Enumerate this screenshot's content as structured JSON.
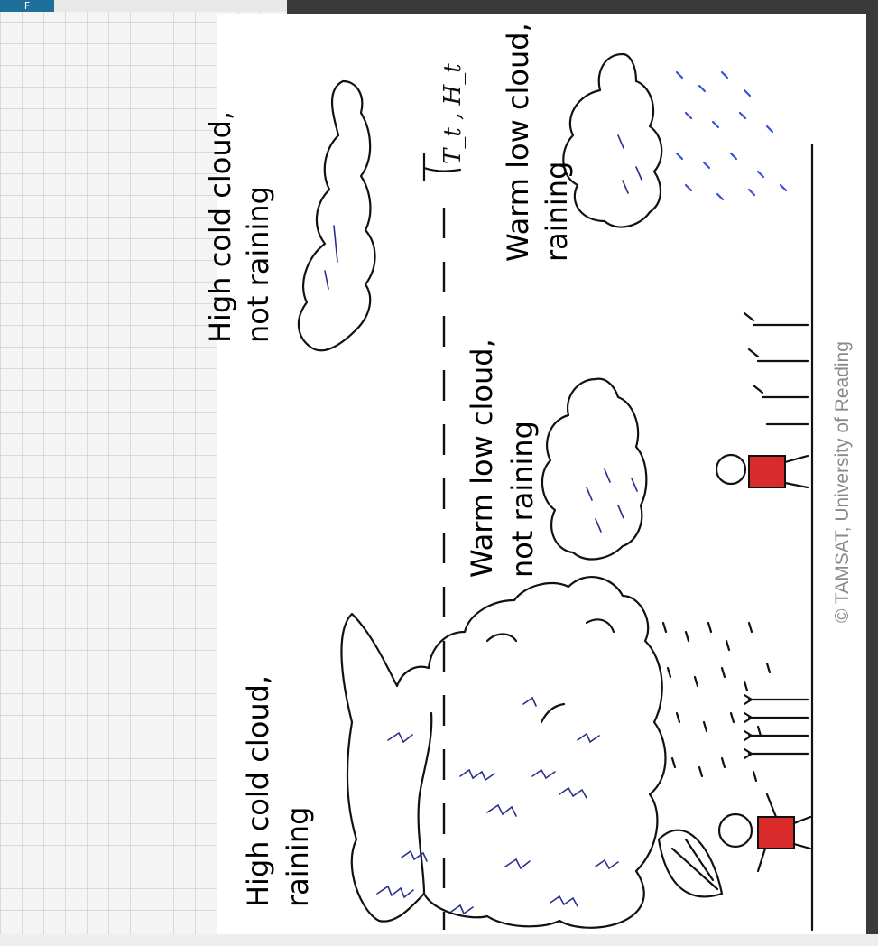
{
  "window": {
    "tab_label": "F"
  },
  "diagram": {
    "threshold_label": "T_t , H_t",
    "labels": {
      "high_cold_raining": [
        "High cold cloud,",
        "raining"
      ],
      "high_cold_not_raining": [
        "High cold cloud,",
        "not raining"
      ],
      "warm_low_not_raining": [
        "Warm low cloud,",
        "not raining"
      ],
      "warm_low_raining": [
        "Warm low cloud,",
        "raining"
      ]
    },
    "credit": "© TAMSAT, University of Reading"
  },
  "colors": {
    "accent": "#1f6f9b",
    "rain_blue": "#3b4fd8",
    "ink": "#111111",
    "credit": "#8a8a8a"
  }
}
